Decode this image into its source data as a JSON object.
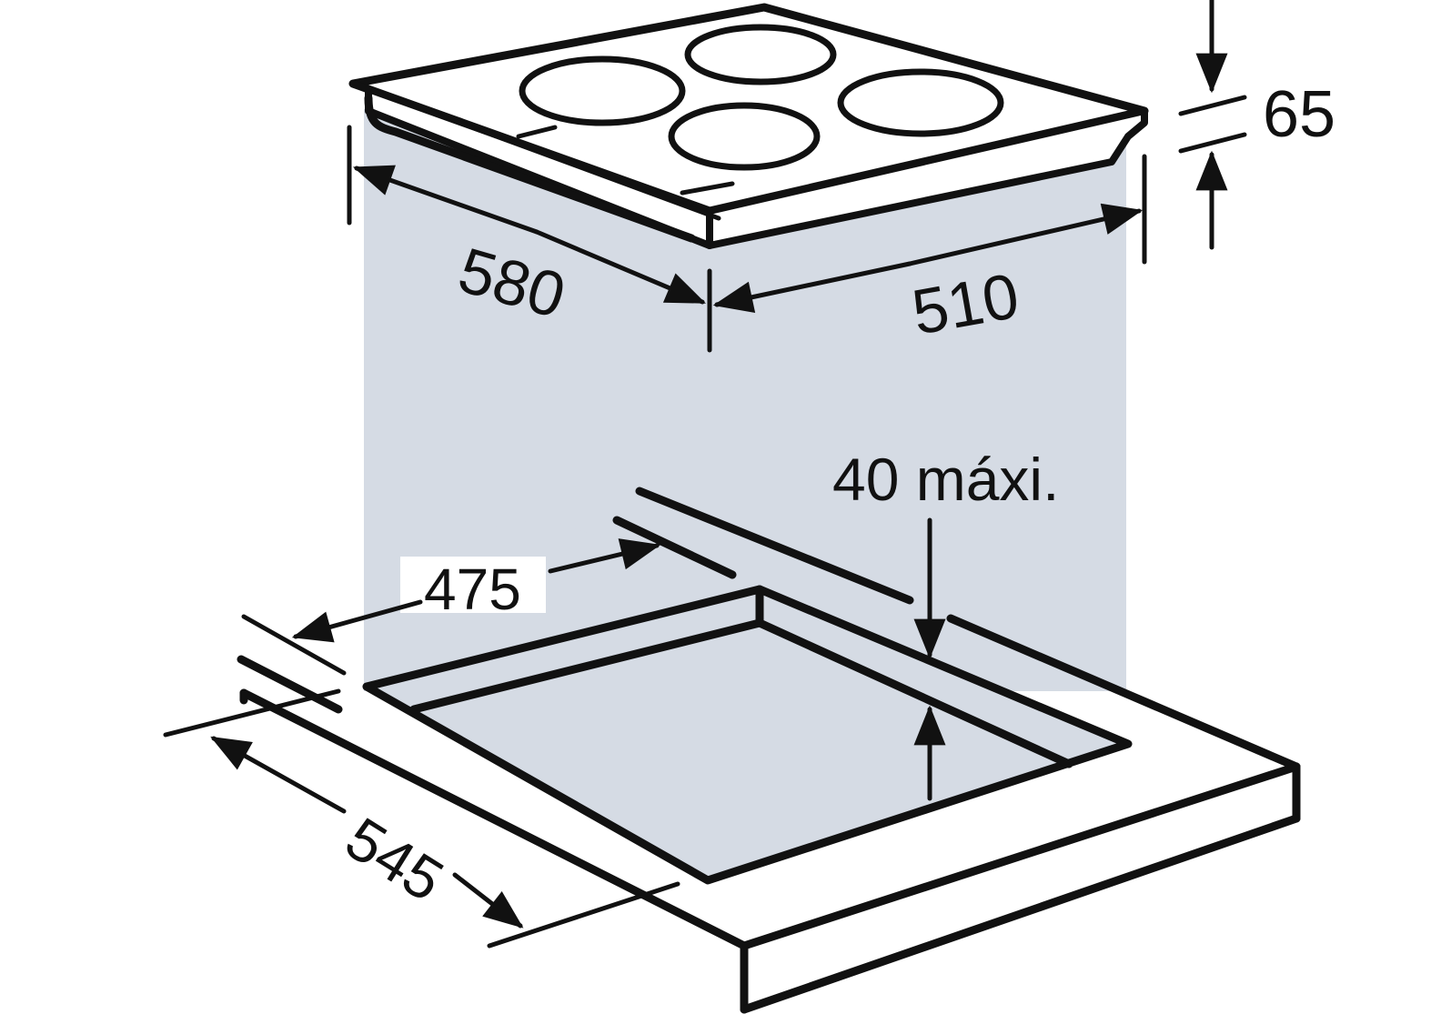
{
  "colors": {
    "shade": "#d5dbe4",
    "line": "#111111",
    "background": "#ffffff"
  },
  "dimensions": {
    "hob_height": "65",
    "hob_width": "580",
    "hob_depth": "510",
    "cutout_width": "475",
    "cutout_depth": "545",
    "worktop_max": "40 máxi."
  }
}
